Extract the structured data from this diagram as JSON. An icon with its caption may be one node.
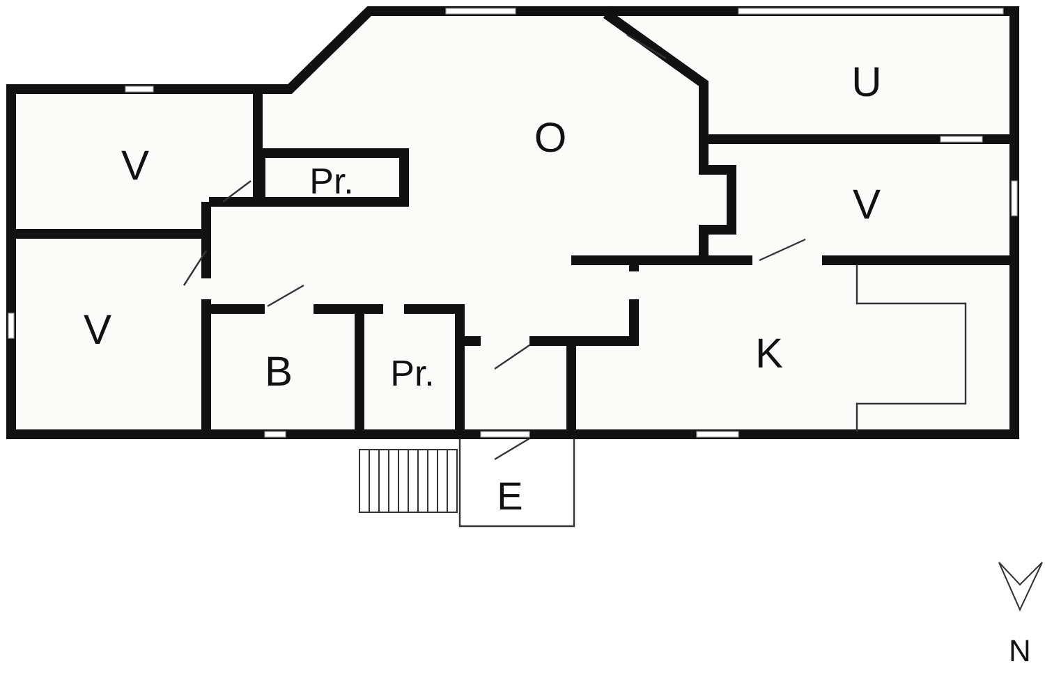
{
  "diagram": {
    "labels": [
      "U",
      "V",
      "O",
      "Pr.",
      "V",
      "V",
      "K",
      "B",
      "Pr.",
      "E",
      "N"
    ]
  }
}
